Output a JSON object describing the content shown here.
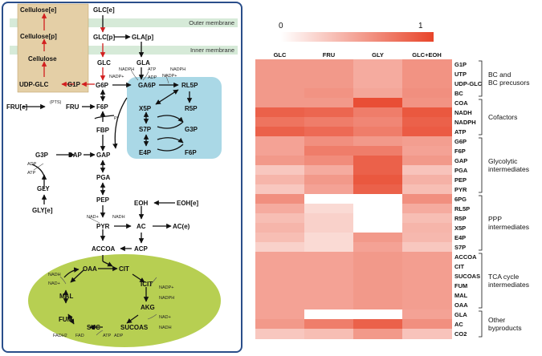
{
  "pathway": {
    "membranes": {
      "outer": "Outer membrane",
      "inner": "Inner membrane"
    },
    "cellulose_box": [
      "Cellulose[e]",
      "Cellulose[p]",
      "Cellulose",
      "UDP-GLC",
      "G1P"
    ],
    "metabolites": {
      "glc_e": "GLC[e]",
      "glc_p": "GLC[p]",
      "gla_p": "GLA[p]",
      "glc": "GLC",
      "gla": "GLA",
      "g6p": "G6P",
      "ga6p": "GA6P",
      "rl5p": "RL5P",
      "x5p": "X5P",
      "r5p": "R5P",
      "s7p": "S7P",
      "g3p_ppp": "G3P",
      "e4p": "E4P",
      "f6p_ppp": "F6P",
      "fru_e": "FRU[e]",
      "fru": "FRU",
      "pts": "(PTS)",
      "f6p": "F6P",
      "fbp": "FBP",
      "pi": "Pi",
      "g3p": "G3P",
      "dap": "DAP",
      "gap": "GAP",
      "gly": "GLY",
      "gly_e": "GLY[e]",
      "pga": "PGA",
      "pep": "PEP",
      "pyr": "PYR",
      "eoh": "EOH",
      "eoh_e": "EOH[e]",
      "ac": "AC",
      "ac_e": "AC(e)",
      "acp": "ACP",
      "accoa": "ACCOA",
      "oaa": "OAA",
      "cit": "CIT",
      "icit": "ICIT",
      "akg": "AKG",
      "sucoas": "SUCOAS",
      "suc": "SUC",
      "fum": "FUM",
      "mal": "MAL"
    },
    "cofactors": {
      "nadph_1": "NADPH",
      "nadp_1": "NADP+",
      "atp_1": "ATP",
      "adp_1": "ADP",
      "nadph_2": "NADPH",
      "nadp_2": "NADP+",
      "adp_gly": "ADP",
      "atp_gly": "ATP",
      "nad_pyr": "NAD+",
      "nadh_pyr": "NADH",
      "nadh_mal": "NADH",
      "nad_mal": "NAD+",
      "nadp_icit": "NADP+",
      "nadph_icit": "NADPH",
      "nad_akg": "NAD+",
      "nadh_akg": "NADH",
      "fadh2": "FADH2",
      "fad": "FAD",
      "atp_suc": "ATP",
      "adp_suc": "ADP"
    }
  },
  "heatmap": {
    "colorbar": {
      "min_label": "0",
      "max_label": "1",
      "low_color": "#ffffff",
      "high_color": "#e8452a"
    },
    "columns": [
      "GLC",
      "FRU",
      "GLY",
      "GLC+EOH"
    ],
    "rows": [
      "G1P",
      "UTP",
      "UDP-GLC",
      "BC",
      "COA",
      "NADH",
      "NADPH",
      "ATP",
      "G6P",
      "F6P",
      "GAP",
      "PGA",
      "PEP",
      "PYR",
      "6PG",
      "RL5P",
      "R5P",
      "X5P",
      "E4P",
      "S7P",
      "ACCOA",
      "CIT",
      "SUCOAS",
      "FUM",
      "MAL",
      "OAA",
      "GLA",
      "AC",
      "CO2"
    ],
    "values": [
      [
        0.55,
        0.55,
        0.45,
        0.58
      ],
      [
        0.55,
        0.55,
        0.45,
        0.58
      ],
      [
        0.55,
        0.55,
        0.45,
        0.58
      ],
      [
        0.55,
        0.58,
        0.48,
        0.6
      ],
      [
        0.55,
        0.55,
        0.95,
        0.58
      ],
      [
        0.85,
        0.82,
        0.7,
        0.9
      ],
      [
        0.75,
        0.7,
        0.65,
        0.85
      ],
      [
        0.85,
        0.8,
        0.7,
        0.88
      ],
      [
        0.5,
        0.6,
        0.55,
        0.52
      ],
      [
        0.5,
        0.7,
        0.7,
        0.5
      ],
      [
        0.55,
        0.62,
        0.85,
        0.55
      ],
      [
        0.3,
        0.45,
        0.85,
        0.32
      ],
      [
        0.4,
        0.55,
        0.9,
        0.42
      ],
      [
        0.3,
        0.5,
        0.85,
        0.35
      ],
      [
        0.6,
        0.0,
        0.0,
        0.6
      ],
      [
        0.45,
        0.2,
        0.0,
        0.45
      ],
      [
        0.35,
        0.25,
        0.0,
        0.35
      ],
      [
        0.4,
        0.25,
        0.0,
        0.4
      ],
      [
        0.35,
        0.2,
        0.55,
        0.38
      ],
      [
        0.25,
        0.2,
        0.5,
        0.3
      ],
      [
        0.5,
        0.5,
        0.55,
        0.52
      ],
      [
        0.5,
        0.5,
        0.55,
        0.52
      ],
      [
        0.5,
        0.5,
        0.55,
        0.52
      ],
      [
        0.5,
        0.5,
        0.55,
        0.52
      ],
      [
        0.5,
        0.5,
        0.55,
        0.52
      ],
      [
        0.5,
        0.5,
        0.55,
        0.52
      ],
      [
        0.5,
        0.0,
        0.0,
        0.5
      ],
      [
        0.55,
        0.7,
        0.85,
        0.6
      ],
      [
        0.3,
        0.35,
        0.55,
        0.32
      ]
    ],
    "groups": [
      {
        "label": "BC and BC precusors",
        "start": 0,
        "end": 3
      },
      {
        "label": "Cofactors",
        "start": 4,
        "end": 7
      },
      {
        "label": "Glycolytic intermediates",
        "start": 8,
        "end": 13
      },
      {
        "label": "PPP intermediates",
        "start": 14,
        "end": 19
      },
      {
        "label": "TCA cycle intermediates",
        "start": 20,
        "end": 25
      },
      {
        "label": "Other byproducts",
        "start": 26,
        "end": 28
      }
    ]
  }
}
